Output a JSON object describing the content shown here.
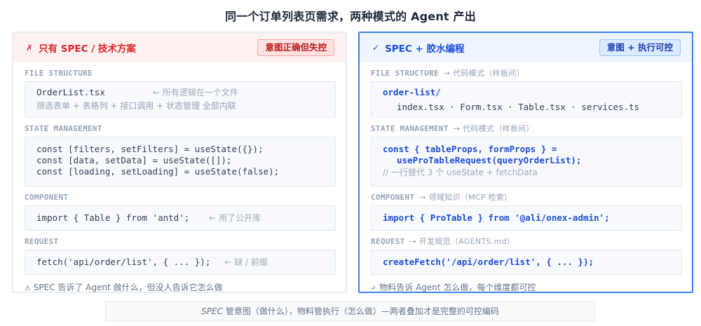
{
  "title": "同一个订单列表页需求，两种模式的 Agent 产出",
  "left_panel": {
    "mark": "✗",
    "title": "只有 SPEC / 技术方案",
    "badge": "意图正确但失控",
    "sections": {
      "file_structure": {
        "label": "FILE STRUCTURE",
        "line1_code": "OrderList.tsx",
        "line1_comment": "← 所有逻辑在一个文件",
        "line2": "筛选表单 + 表格列 + 接口调用 + 状态管理 全部内联"
      },
      "state_management": {
        "label": "STATE MANAGEMENT",
        "lines": [
          "const [filters, setFilters] = useState({});",
          "const [data, setData] = useState([]);",
          "const [loading, setLoading] = useState(false);"
        ]
      },
      "component": {
        "label": "COMPONENT",
        "code": "import { Table } from 'antd';",
        "comment": "← 用了公开库"
      },
      "request": {
        "label": "REQUEST",
        "code": "fetch('api/order/list', { ... });",
        "comment": "← 缺 / 前缀"
      }
    },
    "footer_icon": "⚠",
    "footer": "SPEC 告诉了 Agent 做什么，但没人告诉它怎么做"
  },
  "right_panel": {
    "mark": "✓",
    "title": "SPEC + 胶水编程",
    "badge": "意图 + 执行可控",
    "sections": {
      "file_structure": {
        "label": "FILE STRUCTURE",
        "sub": "→ 代码模式（样板间）",
        "line1": "order-list/",
        "line2": "index.tsx · Form.tsx · Table.tsx · services.ts"
      },
      "state_management": {
        "label": "STATE MANAGEMENT",
        "sub": "→ 代码模式（样板间）",
        "line1": "const { tableProps, formProps } =",
        "line2": "useProTableRequest(queryOrderList);",
        "comment": "// 一行替代 3 个 useState + fetchData"
      },
      "component": {
        "label": "COMPONENT",
        "sub": "→ 领域知识（MCP 检索）",
        "code": "import { ProTable } from '@ali/onex-admin';"
      },
      "request": {
        "label": "REQUEST",
        "sub": "→ 开发规范（AGENTS.md）",
        "code": "createFetch('/api/order/list', { ... });"
      }
    },
    "footer_icon": "✓",
    "footer": "物料告诉 Agent 怎么做，每个维度都可控"
  },
  "bottom_bar": {
    "spec": "SPEC",
    "text": " 管意图（做什么），物料管执行（怎么做）—两者叠加才是完整的可控编码"
  },
  "colors": {
    "left_accent": "#dc2626",
    "right_accent": "#1d4ed8",
    "right_border": "#3b82f6"
  }
}
